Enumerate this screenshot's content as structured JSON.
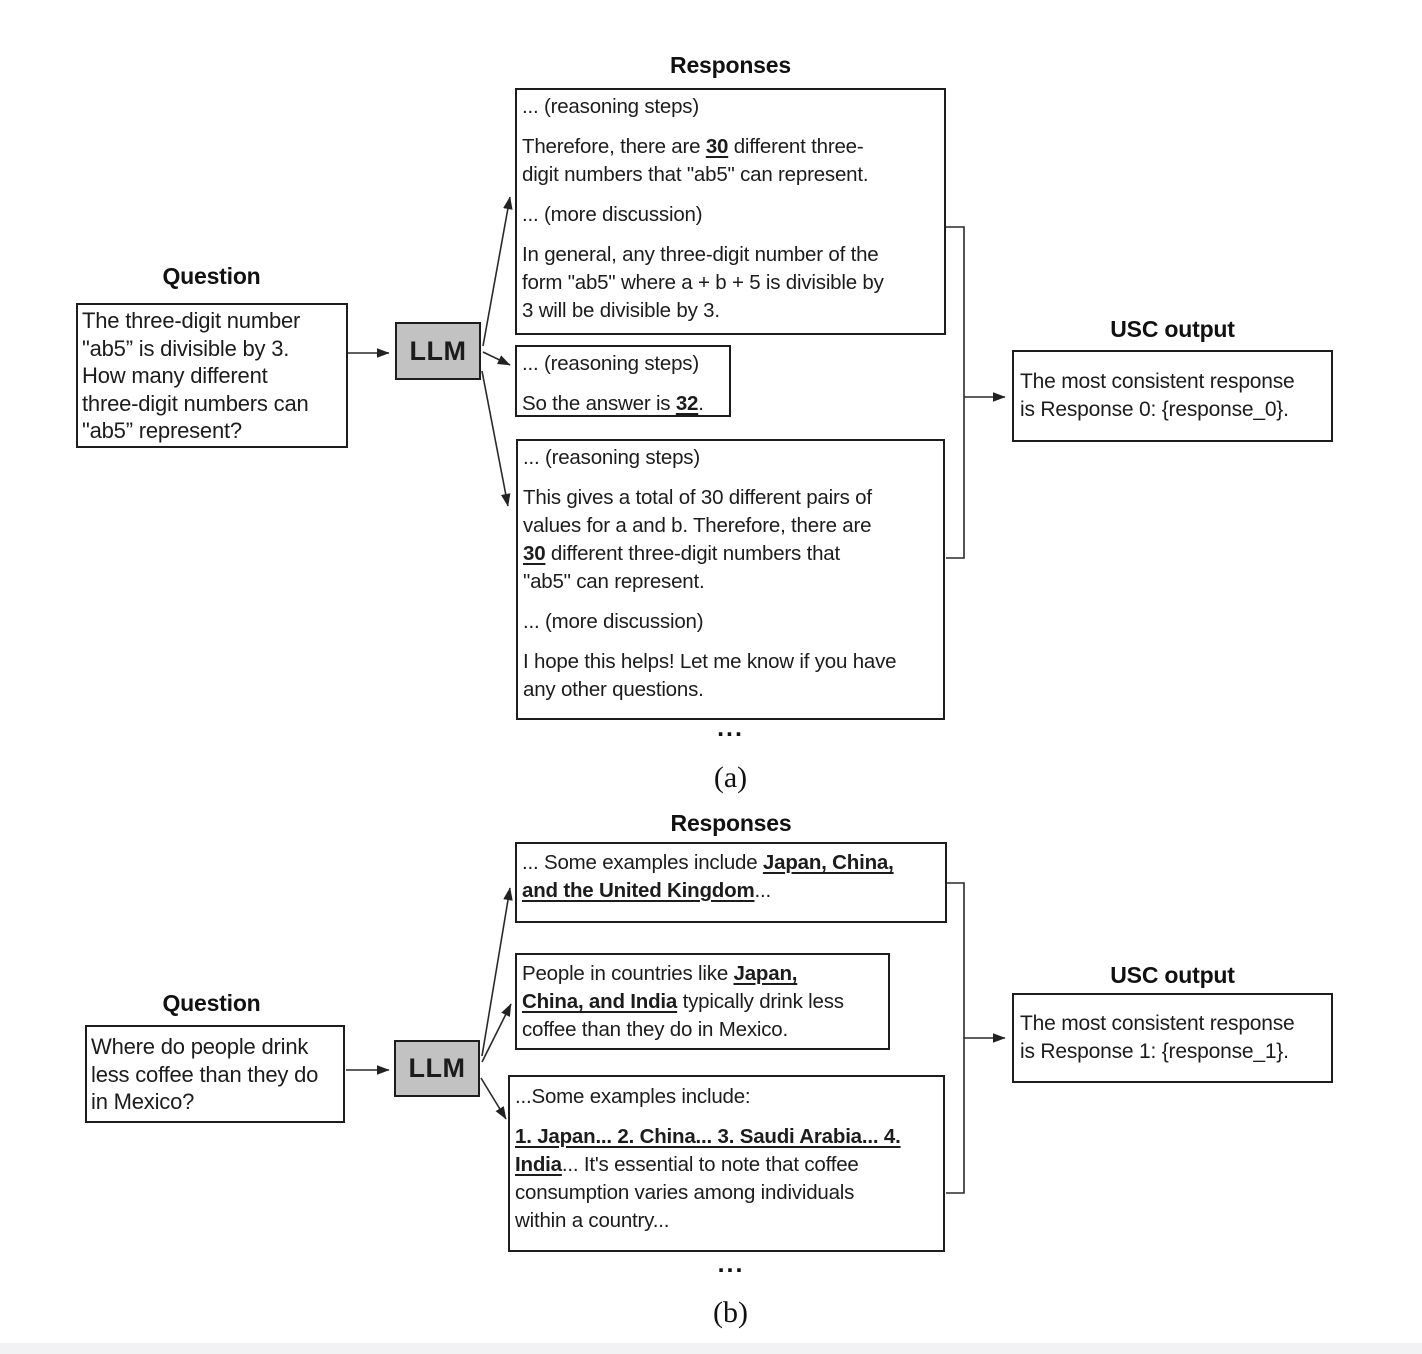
{
  "colors": {
    "llm_fill": "#c2c2c2",
    "line": "#2a2a2a"
  },
  "panels": [
    {
      "caption": "(a)",
      "responses_title": "Responses",
      "question_title": "Question",
      "usc_title": "USC output",
      "llm_label": "LLM",
      "ellipsis": "...",
      "question_lines": [
        "The three-digit number",
        "\"ab5” is divisible by 3.",
        "How many different",
        "three-digit numbers can",
        "\"ab5” represent?"
      ],
      "response_box_1": [
        {
          "lines": [
            [
              {
                "t": "... (reasoning steps)"
              }
            ]
          ]
        },
        {
          "lines": [
            [
              {
                "t": "Therefore, there are "
              },
              {
                "t": "30",
                "u": true
              },
              {
                "t": " different three-"
              }
            ],
            [
              {
                "t": "digit numbers that \"ab5\" can represent."
              }
            ]
          ]
        },
        {
          "lines": [
            [
              {
                "t": "... (more discussion)"
              }
            ]
          ]
        },
        {
          "lines": [
            [
              {
                "t": "In general, any three-digit number of the"
              }
            ],
            [
              {
                "t": "form \"ab5\" where a + b + 5 is divisible by"
              }
            ],
            [
              {
                "t": "3 will be divisible by 3."
              }
            ]
          ]
        }
      ],
      "response_box_2": [
        {
          "lines": [
            [
              {
                "t": "... (reasoning steps)"
              }
            ]
          ]
        },
        {
          "lines": [
            [
              {
                "t": "So the answer is "
              },
              {
                "t": "32",
                "u": true
              },
              {
                "t": "."
              }
            ]
          ]
        }
      ],
      "response_box_3": [
        {
          "lines": [
            [
              {
                "t": "... (reasoning steps)"
              }
            ]
          ]
        },
        {
          "lines": [
            [
              {
                "t": "This gives a total of 30 different pairs of"
              }
            ],
            [
              {
                "t": "values for a and b. Therefore, there are"
              }
            ],
            [
              {
                "t": "30",
                "u": true
              },
              {
                "t": " different three-digit numbers that"
              }
            ],
            [
              {
                "t": "\"ab5\" can represent."
              }
            ]
          ]
        },
        {
          "lines": [
            [
              {
                "t": "... (more discussion)"
              }
            ]
          ]
        },
        {
          "lines": [
            [
              {
                "t": "I hope this helps! Let me know if you have"
              }
            ],
            [
              {
                "t": "any other questions."
              }
            ]
          ]
        }
      ],
      "usc_lines": [
        "The most consistent response",
        "is Response 0: {response_0}."
      ]
    },
    {
      "caption": "(b)",
      "responses_title": "Responses",
      "question_title": "Question",
      "usc_title": "USC output",
      "llm_label": "LLM",
      "ellipsis": "...",
      "question_lines": [
        "Where do people drink",
        "less coffee than they do",
        "in Mexico?"
      ],
      "response_box_1": [
        {
          "lines": [
            [
              {
                "t": "... Some examples include "
              },
              {
                "t": "Japan, China,",
                "u": true
              }
            ],
            [
              {
                "t": "and the United Kingdom",
                "u": true
              },
              {
                "t": "..."
              }
            ]
          ]
        }
      ],
      "response_box_2": [
        {
          "lines": [
            [
              {
                "t": "People in countries like "
              },
              {
                "t": "Japan,",
                "u": true
              }
            ],
            [
              {
                "t": "China, and India",
                "u": true
              },
              {
                "t": " typically drink less"
              }
            ],
            [
              {
                "t": "coffee than they do in Mexico."
              }
            ]
          ]
        }
      ],
      "response_box_3": [
        {
          "lines": [
            [
              {
                "t": "...Some examples include:"
              }
            ]
          ]
        },
        {
          "lines": [
            [
              {
                "t": "1. Japan... 2. China... 3. Saudi Arabia... 4.",
                "u": true
              }
            ],
            [
              {
                "t": "India",
                "u": true
              },
              {
                "t": "... It's essential to note that coffee"
              }
            ],
            [
              {
                "t": "consumption varies among individuals"
              }
            ],
            [
              {
                "t": "within a country..."
              }
            ]
          ]
        }
      ],
      "usc_lines": [
        "The most consistent response",
        "is Response 1: {response_1}."
      ]
    }
  ]
}
